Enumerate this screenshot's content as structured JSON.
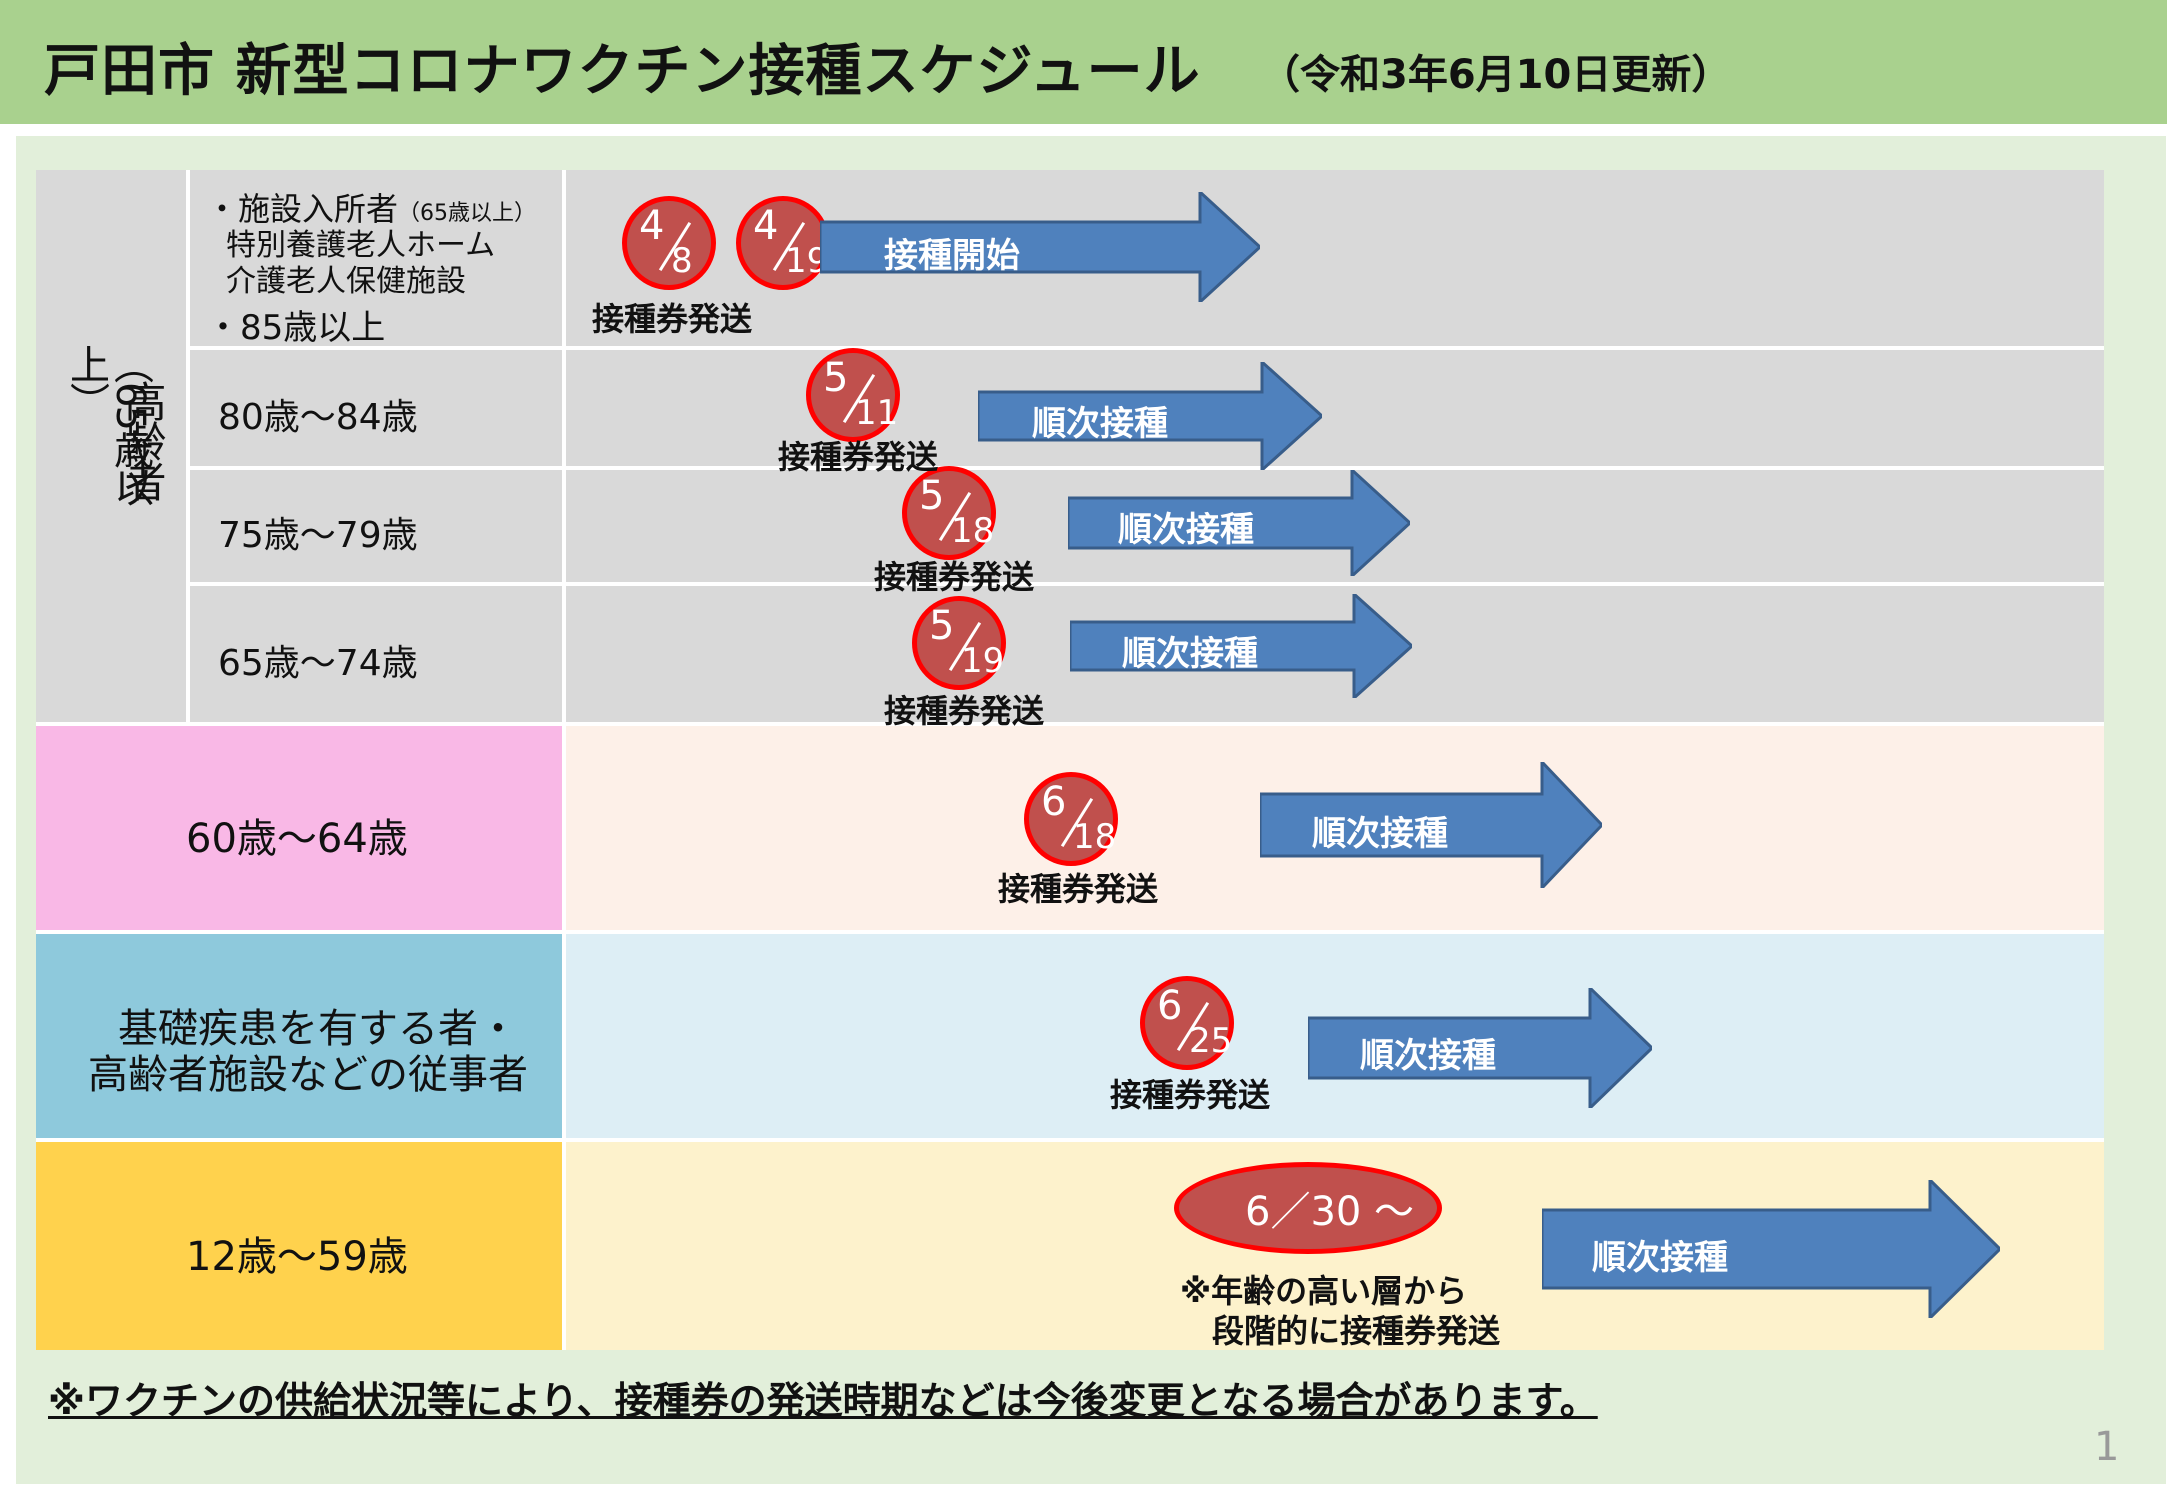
{
  "header": {
    "title": "戸田市 新型コロナワクチン接種スケジュール",
    "date": "（令和3年6月10日更新）"
  },
  "elderly_group": {
    "label_right": "高齢者",
    "label_left": "（65歳以上）"
  },
  "rows": {
    "r1": {
      "line1": "・施設入所者",
      "line1_small": "（65歳以上）",
      "line2": "特別養護老人ホーム",
      "line3": "介護老人保健施設",
      "line4": "・85歳以上"
    },
    "r2": {
      "label": "80歳～84歳"
    },
    "r3": {
      "label": "75歳～79歳"
    },
    "r4": {
      "label": "65歳～74歳"
    },
    "r5": {
      "label": "60歳～64歳"
    },
    "r6": {
      "line1": "基礎疾患を有する者・",
      "line2": "高齢者施設などの従事者"
    },
    "r7": {
      "label": "12歳～59歳"
    }
  },
  "dates": {
    "d48": {
      "m": "4",
      "d": "8"
    },
    "d419": {
      "m": "4",
      "d": "19"
    },
    "d511": {
      "m": "5",
      "d": "11"
    },
    "d518": {
      "m": "5",
      "d": "18"
    },
    "d519": {
      "m": "5",
      "d": "19"
    },
    "d618": {
      "m": "6",
      "d": "18"
    },
    "d625": {
      "m": "6",
      "d": "25"
    },
    "d630": "6／30 ～"
  },
  "send_label": "接種券発送",
  "arrow_labels": {
    "start": "接種開始",
    "sequential": "順次接種"
  },
  "note_12_59": {
    "line1": "※年齢の高い層から",
    "line2": "段階的に接種券発送"
  },
  "footnote": "※ワクチンの供給状況等により、接種券の発送時期などは今後変更となる場合があります。",
  "page_number": "1",
  "colors": {
    "header_bg": "#a9d18e",
    "panel_bg": "#e2efda",
    "gray": "#d9d9d9",
    "pink_label": "#f9b8e6",
    "pink_row": "#fdf0e8",
    "blue_label": "#8ec9dc",
    "blue_row": "#ddeef5",
    "yellow_label": "#ffd24d",
    "yellow_row": "#fdf2cc",
    "arrow": "#4f81bd",
    "circle": "#c0504d"
  }
}
